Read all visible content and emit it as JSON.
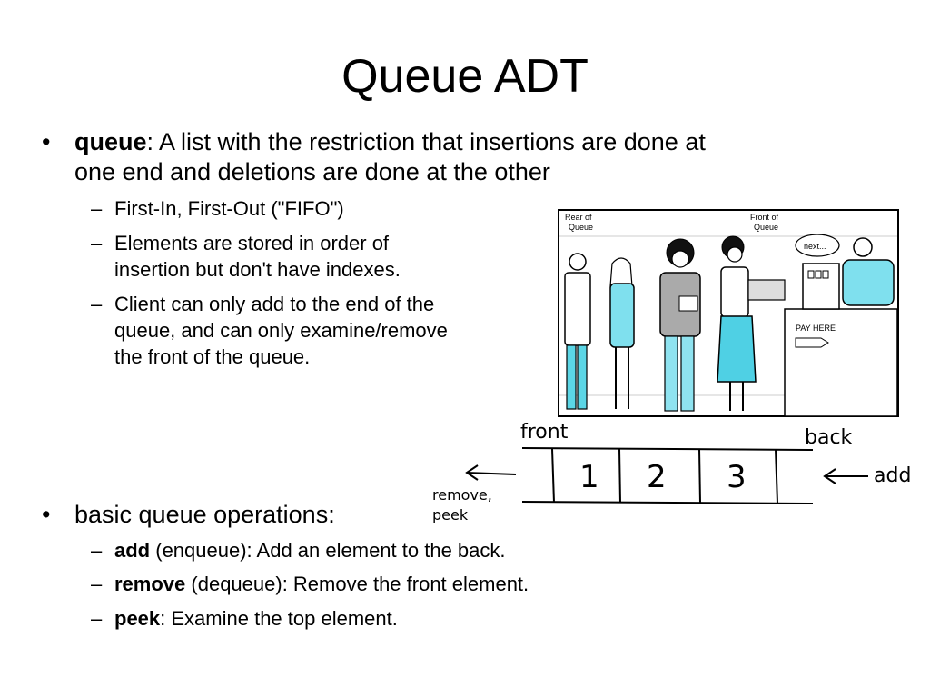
{
  "title": "Queue ADT",
  "bullets": {
    "queue_term": "queue",
    "queue_def_1": ": A list with the restriction that insertions are done at",
    "queue_def_2": "one end and deletions are done at the other",
    "fifo": "First-In, First-Out (\"FIFO\")",
    "stored_1": "Elements are stored in order of",
    "stored_2": "insertion but don't have indexes.",
    "client_1": "Client can only add to the end of the",
    "client_2": "queue, and can only examine/remove",
    "client_3": "the front of the queue.",
    "ops_heading": "basic queue operations:",
    "add_term": "add",
    "add_desc": " (enqueue): Add an element to the back.",
    "remove_term": "remove",
    "remove_desc": " (dequeue): Remove the front element.",
    "peek_term": "peek",
    "peek_desc": ": Examine the top element."
  },
  "illustration": {
    "rear_label_1": "Rear of",
    "rear_label_2": "Queue",
    "front_label_1": "Front of",
    "front_label_2": "Queue",
    "speech": "next...",
    "sign_label": "PAY HERE"
  },
  "diagram": {
    "front_label": "front",
    "back_label": "back",
    "cells": [
      "1",
      "2",
      "3"
    ],
    "remove_label_1": "remove,",
    "remove_label_2": "peek",
    "add_label": "add"
  }
}
